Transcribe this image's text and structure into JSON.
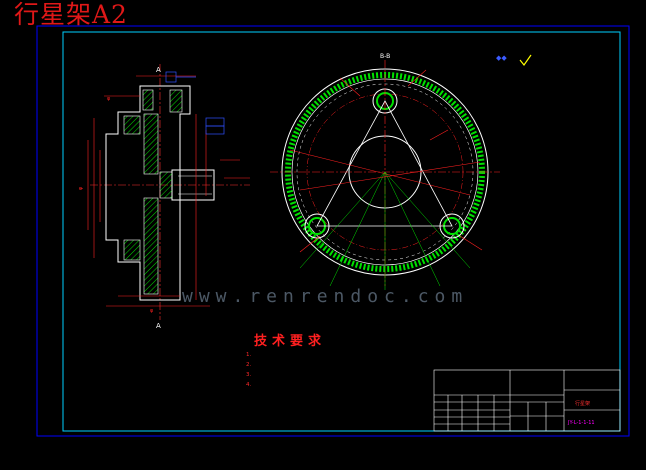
{
  "caption": "行星架A2",
  "watermark": "www.renrendoc.com",
  "tech": {
    "title": "技术要求",
    "notes": [
      "1.",
      "2.",
      "3.",
      "4."
    ]
  },
  "title_block": {
    "part_name": "行星架",
    "drawing_no": "JY-L-1-1-11"
  },
  "colors": {
    "background": "#000000",
    "frame": "#0000ff",
    "border": "#00ffff",
    "outline": "#ffffff",
    "hatch": "#00ff00",
    "dimension": "#ff0000",
    "centerline": "#ff2020"
  }
}
